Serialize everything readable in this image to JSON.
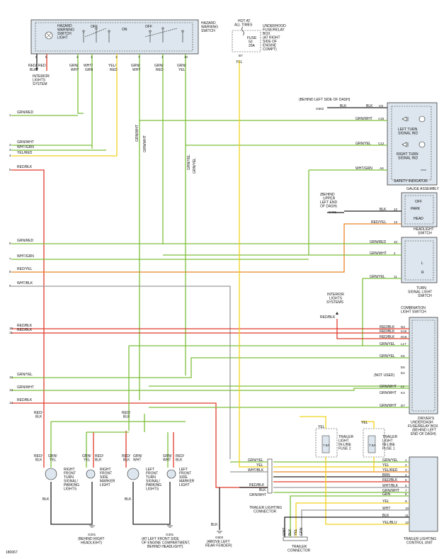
{
  "colors": {
    "green": "#7cbf3a",
    "red": "#e03a2a",
    "orange": "#e8862a",
    "yellow": "#f0d21e",
    "gray": "#9a9a9a",
    "black": "#222222",
    "component_fill": "#dde6ee"
  },
  "hazard_switch": {
    "title": "HAZARD WARNING SWITCH",
    "light_label": "HAZARD WARNING SWITCH LIGHT",
    "off1": "OFF",
    "on": "ON",
    "off2": "OFF",
    "pins": [
      "6",
      "5",
      "2",
      "1",
      "3",
      "7",
      "4",
      "10"
    ],
    "wires": [
      "RED/ BLK",
      "RED",
      "GRN/ WHT",
      "WHT/ GRN",
      "YEL/ RED",
      "GRN/ WHT",
      "GRN/ RED",
      "GRN/ YEL"
    ]
  },
  "fuse_box": {
    "hot": "HOT AT ALL TIMES",
    "fuse": "FUSE 50 20A",
    "label": "UNDERHOOD FUSE/RELAY BOX (AT RIGHT SIDE OF ENGINE COMPT)",
    "pin": "B7",
    "wire": "YEL"
  },
  "interior_lights": "INTERIOR LIGHTS SYSTEM",
  "interior_lights2": "INTERIOR LIGHTS SYSTEMS",
  "gauge": {
    "ground_note": "(BEHIND LEFT SIDE OF DASH)",
    "ground": "G502",
    "blk": "BLK",
    "left_turn": "LEFT TURN SIGNAL IND",
    "right_turn": "RIGHT TURN SIGNAL IND",
    "safety": "SAFETY INDICATOR",
    "assembly": "GAUGE ASSEMBLY",
    "pins": [
      "C9",
      "A15",
      "C12",
      "A6"
    ],
    "wires": [
      "BLK",
      "GRN/WHT",
      "GRN/YEL",
      "WHT/GRN"
    ]
  },
  "headlight_switch": {
    "ground_note": "(BEHIND UPPER LEFT END OF DASH)",
    "ground": "G401",
    "off": "OFF",
    "park": "PARK",
    "head": "HEAD",
    "label": "HEADLIGHT SWITCH",
    "pins": [
      "12",
      "13",
      "10"
    ],
    "wires": [
      "BLK",
      "RED/YEL",
      "GRN/RED"
    ]
  },
  "turn_switch": {
    "label": "TURN SIGNAL LIGHT SWITCH",
    "l": "L",
    "r": "R",
    "combo": "COMBINATION LIGHT SWITCH",
    "pins": [
      "2",
      "11"
    ],
    "wires": [
      "GRN/WHT",
      "GRN/YEL"
    ]
  },
  "underdash": {
    "label": "DRIVER'S UNDERDASH FUSE/RELAY BOX (BEHIND LEFT END OF DASH)",
    "not_used": "(NOT USED)",
    "pins": [
      "N3",
      "K16",
      "D18",
      "L17",
      "K5",
      "E6",
      "E4",
      "L1",
      "K3",
      "D7"
    ],
    "wires": [
      "RED/BLK",
      "RED/BLK",
      "RED/BLK",
      "GRN/YEL",
      "GRN/YEL",
      "GRN/WHT",
      "GRN/WHT",
      "GRN/WHT"
    ],
    "interior_wire": "RED/BLK"
  },
  "left_labels": [
    {
      "n": "1",
      "w": "GRN/RED"
    },
    {
      "n": "2",
      "w": "GRN/WHT"
    },
    {
      "n": "3",
      "w": "WHT/GRN"
    },
    {
      "n": "4",
      "w": "YEL/RED"
    },
    {
      "n": "5",
      "w": "RED/BLK"
    },
    {
      "n": "6",
      "w": "GRN/RED"
    },
    {
      "n": "7",
      "w": "WHT/GRN"
    },
    {
      "n": "8",
      "w": "RED/YEL"
    },
    {
      "n": "9",
      "w": "WHT/BLK"
    },
    {
      "n": "10",
      "w": "RED/BLK"
    },
    {
      "n": "11",
      "w": "RED/BLK"
    },
    {
      "n": "12",
      "w": "GRN/YEL"
    },
    {
      "n": "13",
      "w": "GRN/WHT"
    },
    {
      "n": "14",
      "w": "RED/BLK"
    }
  ],
  "vertical_labels": [
    "GRN/WHT",
    "GRN/WHT",
    "GRN/YEL",
    "GRN/YEL"
  ],
  "lights": {
    "rf_turn": "RIGHT FRONT TURN SIGNAL/ PARKING LIGHTS",
    "rf_side": "RIGHT FRONT SIDE MARKER LIGHT",
    "lf_turn": "LEFT FRONT TURN SIGNAL/ PARKING LIGHTS",
    "lf_side": "LEFT FRONT SIDE MARKER LIGHT",
    "w_redblk": "RED/ BLK",
    "w_grnyel": "GRN/ YEL",
    "w_grnwht": "GRN/ WHT",
    "w_red": "RED/ BLK",
    "blk": "BLK"
  },
  "grounds": {
    "g201": "G201",
    "g201_note": "(BEHIND RIGHT HEADLIGHT)",
    "g301": "G301",
    "g301_note": "(AT LEFT FRONT SIDE OF ENGINE COMPARTMENT, BEHIND HEADLIGHT)",
    "g602": "G602",
    "g602_note": "(ABOVE LEFT REAR FENDER)",
    "blk": "BLK"
  },
  "trailer": {
    "fuse2": "TRAILER LIGHT IN-LINE FUSE 2",
    "fuse1": "TRAILER LIGHT IN-LINE FUSE 1",
    "amp": "7.5A",
    "yel": "YEL",
    "connector": "TRAILER LIGHTING CONNECTOR",
    "connector2": "TRAILER CONNECTOR",
    "control": "TRAILER LIGHTING CONTROL UNIT",
    "conn_wires": [
      "GRN/YEL",
      "YEL",
      "WHT/BLK",
      "RED/BLK",
      "BLK",
      "GRN/WHT"
    ],
    "cu_wires": [
      "GRN/YEL",
      "YEL",
      "YEL/RED",
      "BRN",
      "RED/BLK",
      "WHT/BLK",
      "GRN/WHT",
      "GRN",
      "YEL",
      "WHT",
      "BLK",
      "YEL/BLU"
    ],
    "bottom_wires": [
      "WHT",
      "BLK",
      "YEL",
      "GRN"
    ]
  },
  "diagram_id": "180067"
}
